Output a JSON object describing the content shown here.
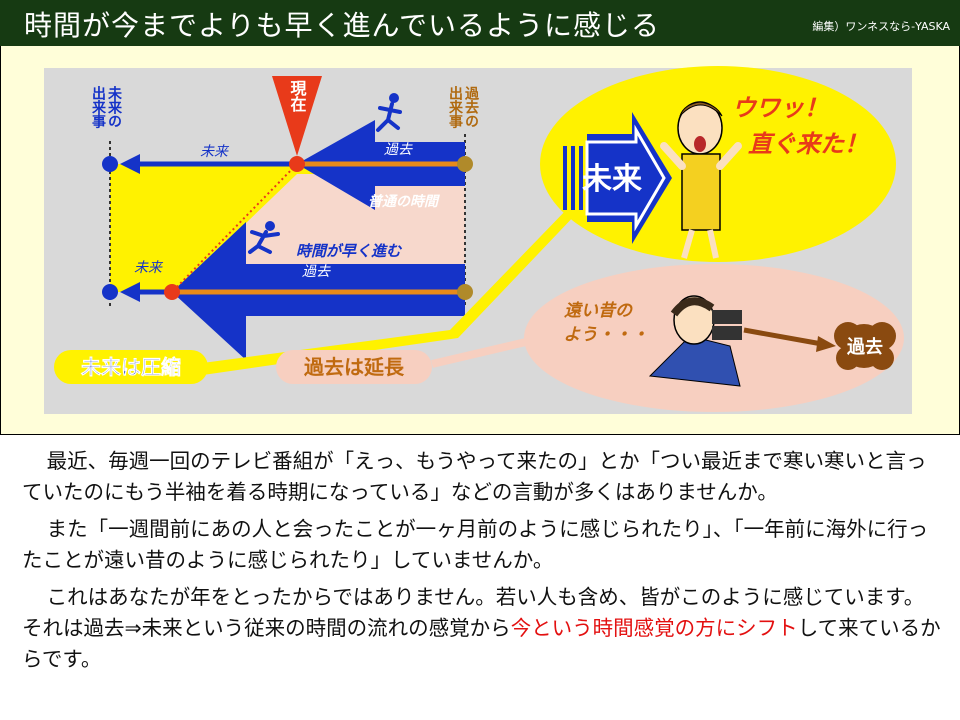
{
  "header": {
    "title": "時間が今までよりも早く進んでいるように感じる",
    "credit": "編集）ワンネスなら-YASKA"
  },
  "diagram": {
    "col_future_events": [
      "未",
      "来",
      "事",
      "出",
      "来",
      "の"
    ],
    "col_future_vertical_a": "出来事",
    "col_future_vertical_b": "未来の",
    "col_past_vertical_a": "出来事",
    "col_past_vertical_b": "過去の",
    "now_label": "現在",
    "future_top": "未来",
    "past_top": "過去",
    "normal_time": "普通の時間",
    "time_fast": "時間が早く進む",
    "future_bottom": "未来",
    "past_bottom": "過去",
    "future_compressed": "未来は圧縮",
    "past_extended": "過去は延長",
    "future_big": "未来",
    "wow_line1": "ウワッ！",
    "wow_line2": "直ぐ来た！",
    "long_ago_line1": "遠い昔の",
    "long_ago_line2": "よう・・・",
    "past_cloud": "過去",
    "colors": {
      "header_bg": "#163a12",
      "yellow": "#fff200",
      "blue_arrow": "#1533c8",
      "orange": "#e88a1a",
      "pink_bubble": "#f7cfc0",
      "red_now": "#e83a1a"
    }
  },
  "body": {
    "p1": "最近、毎週一回のテレビ番組が「えっ、もうやって来たの」とか「つい最近まで寒い寒いと言っていたのにもう半袖を着る時期になっている」などの言動が多くはありませんか。",
    "p2": "また「一週間前にあの人と会ったことが一ヶ月前のように感じられたり」、「一年前に海外に行ったことが遠い昔のように感じられたり」していませんか。",
    "p3_plain": "これはあなたが年をとったからではありません。若い人も含め、皆がこのように感じています。それは過去⇒未来という従来の時間の流れの感覚から",
    "p3_highlight": "今という時間感覚の方にシフト",
    "p3_end": "して来ているからです。"
  }
}
